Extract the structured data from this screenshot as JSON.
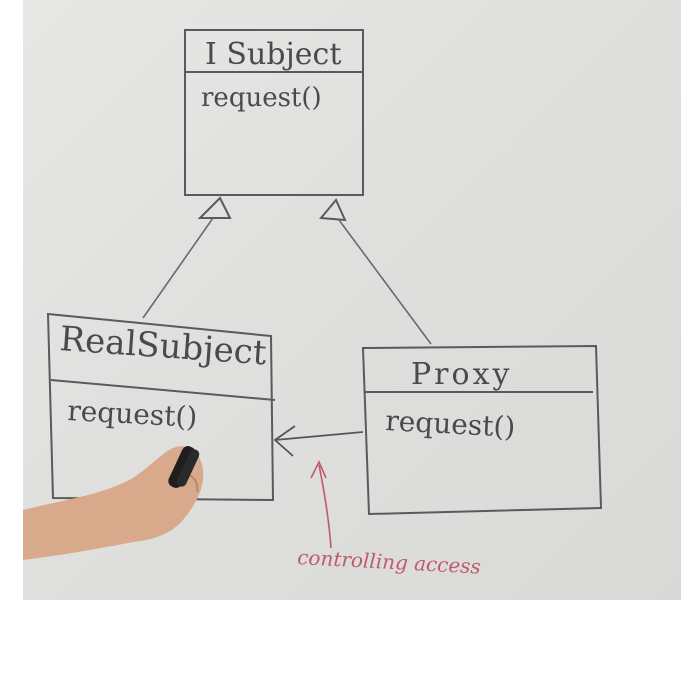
{
  "diagram": {
    "interface_box": {
      "name": "I Subject",
      "method": "request()"
    },
    "real_subject_box": {
      "name": "RealSubject",
      "method": "request()"
    },
    "proxy_box": {
      "name": "Proxy",
      "method": "request()"
    },
    "annotation": "controlling access",
    "colors": {
      "board": "#e2e3e1",
      "marker": "#4a4a4a",
      "annotation": "#c05a6a",
      "skin": "#d9a98c",
      "pen": "#1e1e1e"
    }
  }
}
